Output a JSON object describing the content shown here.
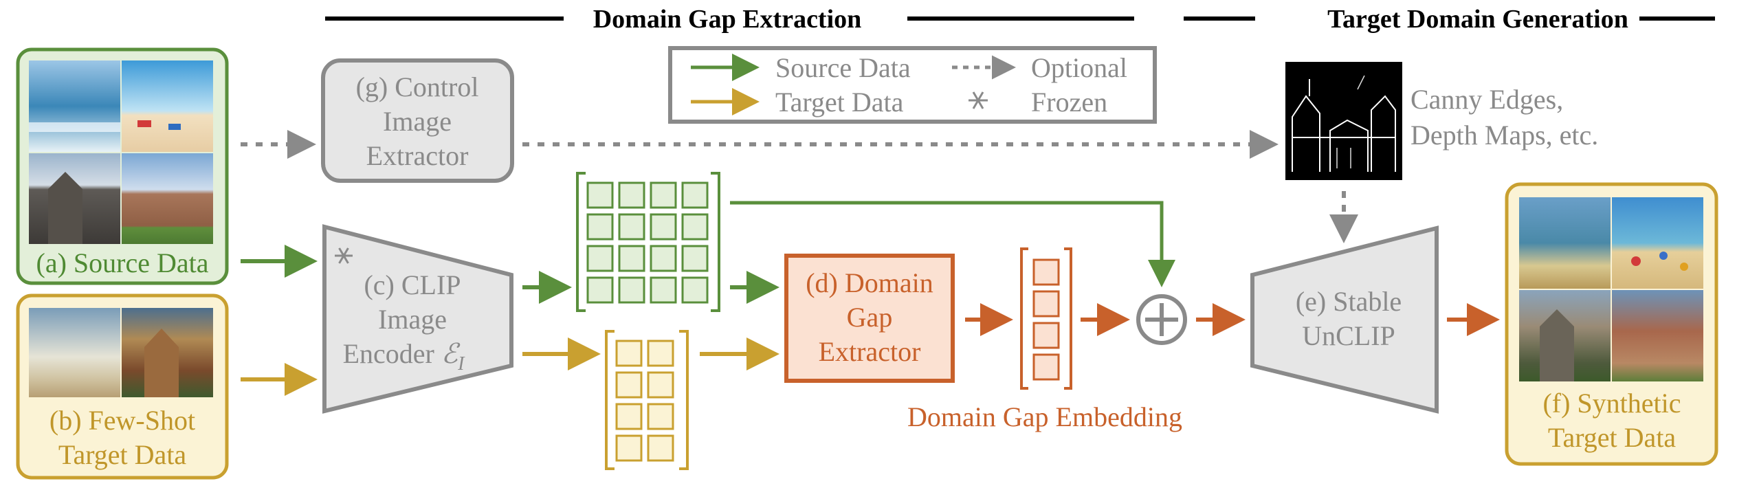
{
  "headers": {
    "left": "Domain Gap Extraction",
    "right": "Target Domain Generation"
  },
  "legend": {
    "source": "Source Data",
    "target": "Target Data",
    "optional": "Optional",
    "frozen": "Frozen"
  },
  "boxes": {
    "source_data": "(a) Source Data",
    "fewshot_line1": "(b) Few-Shot",
    "fewshot_line2": "Target Data",
    "control_line1": "(g) Control",
    "control_line2": "Image",
    "control_line3": "Extractor",
    "clip_line1": "(c) CLIP",
    "clip_line2": "Image",
    "clip_line3": "Encoder",
    "clip_symbol": "ℰ",
    "clip_subscript": "I",
    "dge_line1": "(d) Domain",
    "dge_line2": "Gap",
    "dge_line3": "Extractor",
    "embedding": "Domain Gap Embedding",
    "unclip_line1": "(e) Stable",
    "unclip_line2": "UnCLIP",
    "synth_line1": "(f) Synthetic",
    "synth_line2": "Target Data",
    "canny_line1": "Canny Edges,",
    "canny_line2": "Depth Maps, etc."
  },
  "colors": {
    "green": "#5a8f3c",
    "gold": "#c9a030",
    "orange": "#c8612b",
    "gray": "#8a8a8a"
  },
  "icons": {
    "frozen": "snowflake-icon",
    "sum": "circle-plus-icon"
  }
}
